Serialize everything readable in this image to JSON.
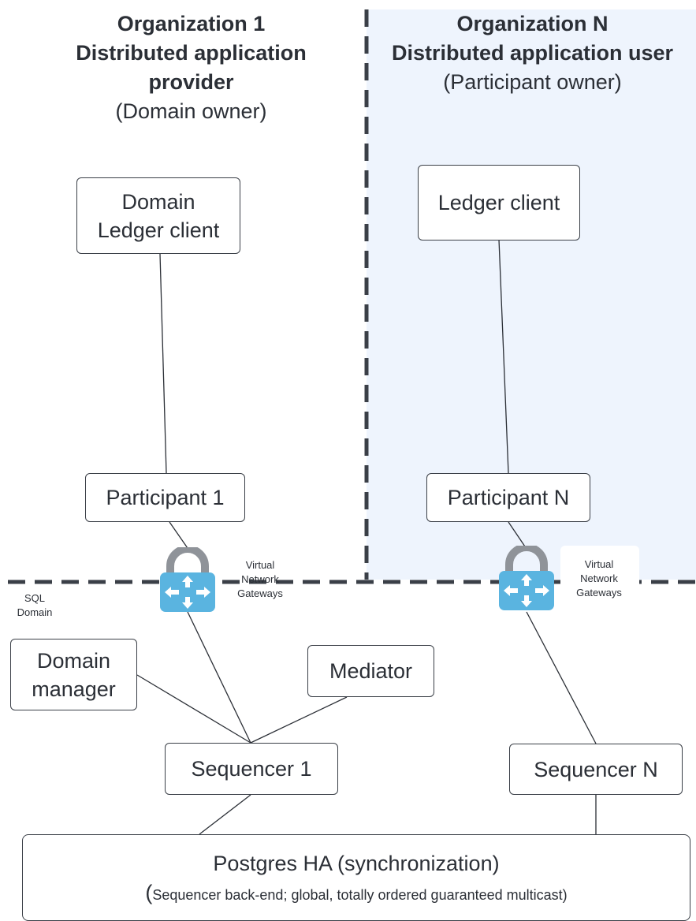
{
  "org1": {
    "title": "Organization 1",
    "subtitle": "Distributed application",
    "subtitle2": "provider",
    "role": "(Domain owner)"
  },
  "orgN": {
    "title": "Organization N",
    "subtitle": "Distributed application user",
    "role": "(Participant owner)"
  },
  "nodes": {
    "domain_ledger_client_line1": "Domain",
    "domain_ledger_client_line2": "Ledger client",
    "ledger_client": "Ledger client",
    "participant_1": "Participant 1",
    "participant_n": "Participant N",
    "domain_manager_line1": "Domain",
    "domain_manager_line2": "manager",
    "mediator": "Mediator",
    "sequencer_1": "Sequencer 1",
    "sequencer_n": "Sequencer N"
  },
  "gateway": {
    "label_line1": "Virtual",
    "label_line2": "Network",
    "label_line3": "Gateways",
    "icon": "virtual-network-gateway-icon"
  },
  "sql_domain": {
    "line1": "SQL",
    "line2": "Domain"
  },
  "postgres": {
    "title": "Postgres HA (synchronization)",
    "paren": "(",
    "detail": "Sequencer back-end; global, totally ordered guaranteed multicast)"
  },
  "colors": {
    "region_fill": "#eef4fd",
    "dashed_border": "#3a3f47",
    "gateway_blue": "#5ab4e0",
    "lock_gray": "#8f9399"
  }
}
